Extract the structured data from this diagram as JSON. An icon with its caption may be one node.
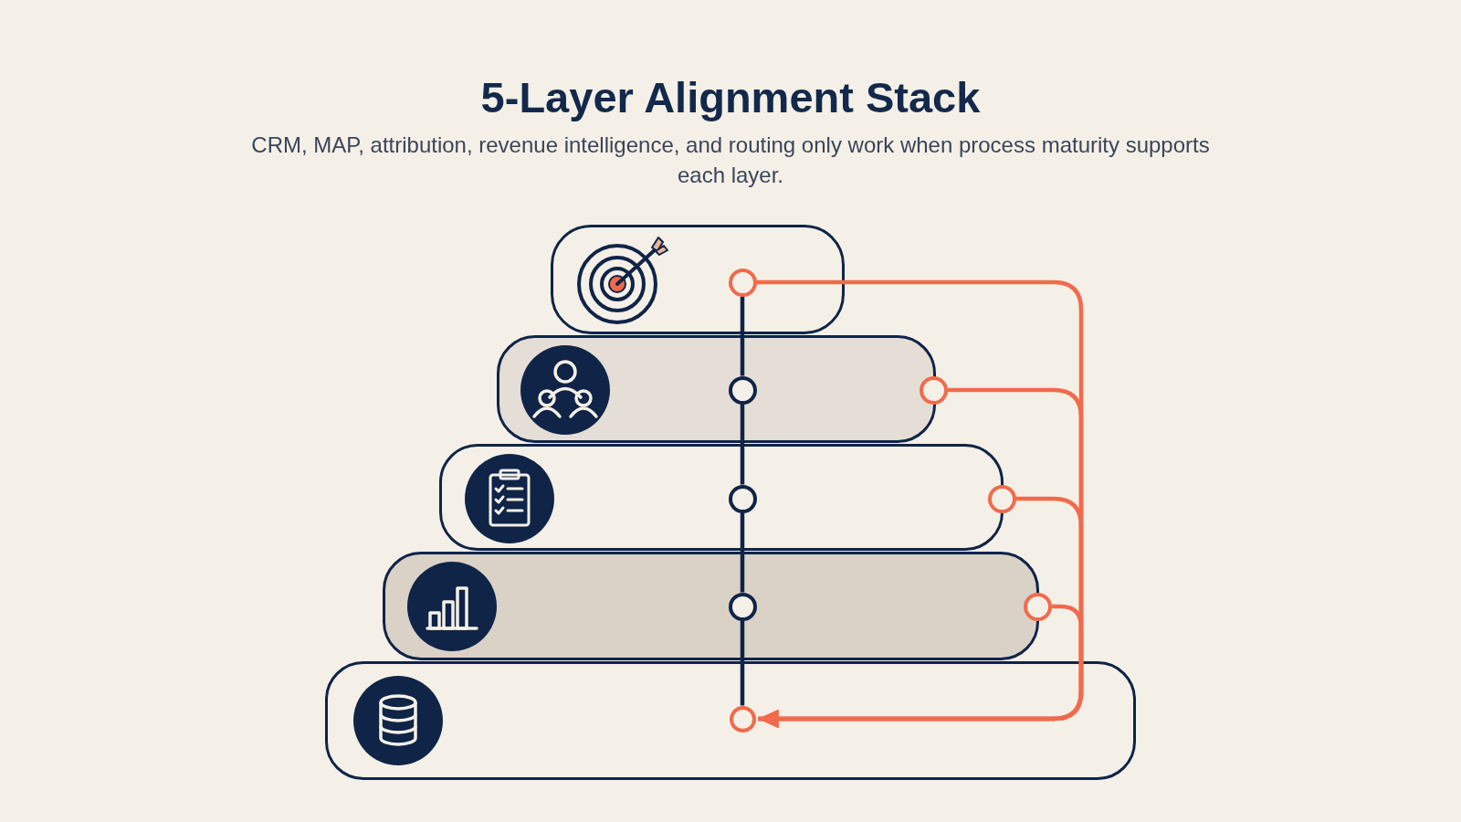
{
  "diagram": {
    "title": "5-Layer Alignment Stack",
    "nodes": [
      {
        "text": [],
        "shape": "box"
      },
      {
        "text": [],
        "shape": "circle",
        "in": 0
      },
      {
        "text": [],
        "shape": "box"
      },
      {
        "text": [],
        "shape": "circle",
        "in": 2
      },
      {
        "text": [],
        "shape": "circle"
      },
      {
        "text": [],
        "shape": "box"
      },
      {
        "text": [],
        "shape": "circle",
        "in": 5
      },
      {
        "text": [],
        "shape": "circle"
      },
      {
        "text": [],
        "shape": "box"
      },
      {
        "text": [],
        "shape": "circle",
        "in": 8
      },
      {
        "text": [],
        "shape": "circle"
      },
      {
        "text": [],
        "shape": "box"
      },
      {
        "text": [],
        "shape": "circle",
        "in": 11
      }
    ],
    "edges": [
      {
        "from": 1,
        "to": 3,
        "arrow": "none",
        "color": "#0f2447"
      },
      {
        "from": 3,
        "to": 6,
        "arrow": "none",
        "color": "#0f2447"
      },
      {
        "from": 6,
        "to": 9,
        "arrow": "none",
        "color": "#0f2447"
      },
      {
        "from": 9,
        "to": 12,
        "arrow": "none",
        "color": "#0f2447"
      },
      {
        "from": 1,
        "to": 12,
        "arrow": "to",
        "color": "#f26a4b"
      },
      {
        "from": 4,
        "to": 12,
        "arrow": "to",
        "color": "#f26a4b"
      },
      {
        "from": 7,
        "to": 12,
        "arrow": "to",
        "color": "#f26a4b"
      },
      {
        "from": 10,
        "to": 12,
        "arrow": "to",
        "color": "#f26a4b"
      }
    ],
    "labels": [
      "CRM, MAP, attribution, revenue intelligence, and routing only work when process maturity supports each layer."
    ]
  }
}
